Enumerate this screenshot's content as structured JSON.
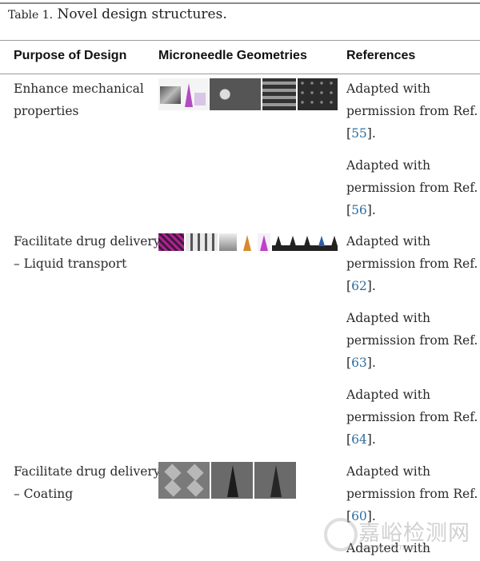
{
  "table": {
    "label": "Table 1.",
    "title": "Novel design structures.",
    "headers": [
      "Purpose of Design",
      "Microneedle Geometries",
      "References"
    ],
    "rows": [
      {
        "purpose": [
          "Enhance mechanical",
          "properties"
        ],
        "refs": [
          {
            "line1": "Adapted with",
            "line2": "permission from Ref.",
            "num": "55"
          },
          {
            "line1": "Adapted with",
            "line2": "permission from Ref.",
            "num": "56"
          }
        ]
      },
      {
        "purpose": [
          "Facilitate drug delivery",
          "– Liquid transport"
        ],
        "refs": [
          {
            "line1": "Adapted with",
            "line2": "permission from Ref.",
            "num": "62"
          },
          {
            "line1": "Adapted with",
            "line2": "permission from Ref.",
            "num": "63"
          },
          {
            "line1": "Adapted with",
            "line2": "permission from Ref.",
            "num": "64"
          }
        ]
      },
      {
        "purpose": [
          "Facilitate drug delivery",
          "– Coating"
        ],
        "refs": [
          {
            "line1": "Adapted with",
            "line2": "permission from Ref.",
            "num": "60"
          },
          {
            "line1": "Adapted with",
            "line2": "",
            "num": ""
          }
        ]
      }
    ]
  },
  "watermark": {
    "text": "嘉峪检测网",
    "url": "www.ctimes.cn"
  },
  "colors": {
    "reference_number": "#2e6fa0",
    "rule": "#9a9a9a"
  }
}
